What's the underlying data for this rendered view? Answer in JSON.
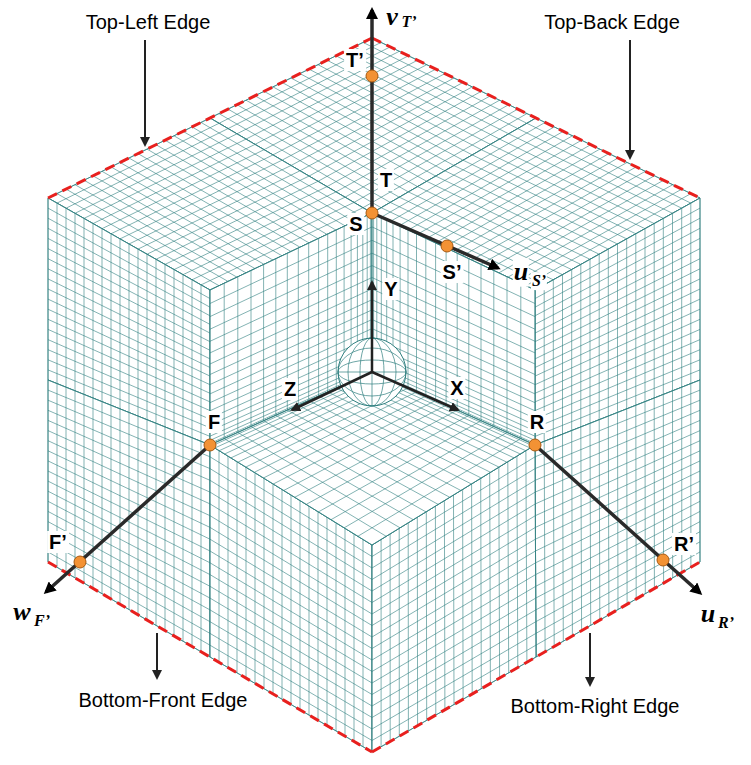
{
  "diagram": {
    "labels": [
      "Top-Left Edge",
      "Top-Back Edge",
      "Bottom-Front Edge",
      "Bottom-Right Edge",
      "v",
      "T’",
      "T’",
      "T",
      "S",
      "S’",
      "u",
      "S’",
      "Y",
      "Z",
      "X",
      "F",
      "R",
      "F’",
      "R’",
      "w",
      "F’",
      "u",
      "R’"
    ]
  }
}
